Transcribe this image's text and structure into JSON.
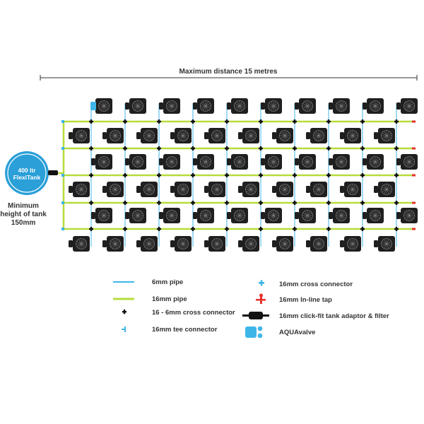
{
  "header": {
    "distance_label": "Maximum distance 15 metres"
  },
  "tank": {
    "label_line1": "400 ltr",
    "label_line2": "FlexiTank",
    "note_line1": "Minimum",
    "note_line2": "height of tank",
    "note_line3": "150mm"
  },
  "layout": {
    "rows": 6,
    "pots_per_row": 10
  },
  "colors": {
    "pipe_6mm": "#3fb6e8",
    "pipe_16mm": "#b6dc3c",
    "pot": "#1f1f1f",
    "tank": "#2a9fd8",
    "inline_tap": "#e8302a",
    "connector": "#111111"
  },
  "legend": {
    "items": [
      {
        "key": "pipe6",
        "icon": "pipe-6mm-icon",
        "label": "6mm pipe"
      },
      {
        "key": "pipe16",
        "icon": "pipe-16mm-icon",
        "label": "16mm pipe"
      },
      {
        "key": "cross16",
        "icon": "cross-connector-black-icon",
        "label": "16 - 6mm cross connector"
      },
      {
        "key": "tee",
        "icon": "tee-connector-icon",
        "label": "16mm tee connector"
      },
      {
        "key": "cross16mm",
        "icon": "cross-connector-blue-icon",
        "label": "16mm cross connector"
      },
      {
        "key": "tap",
        "icon": "inline-tap-icon",
        "label": "16mm In-line tap"
      },
      {
        "key": "adaptor",
        "icon": "tank-adaptor-filter-icon",
        "label": "16mm click-fit tank adaptor & filter"
      },
      {
        "key": "aquavalve",
        "icon": "aquavalve-icon",
        "label": "AQUAvalve"
      }
    ]
  }
}
